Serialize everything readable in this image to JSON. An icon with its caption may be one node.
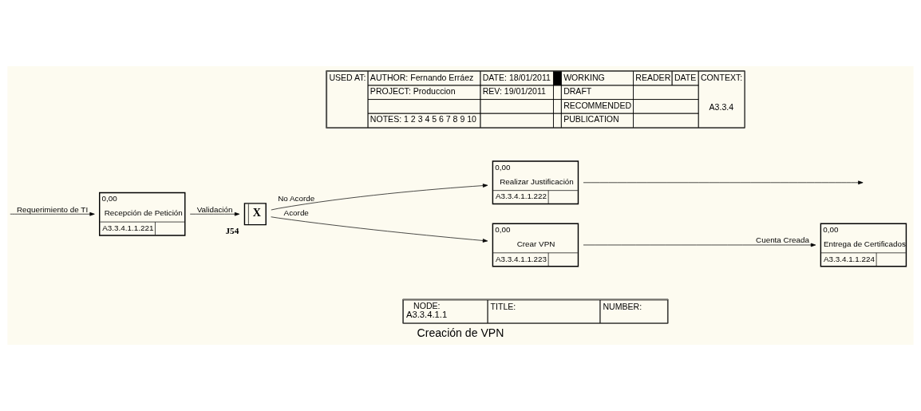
{
  "diagram": {
    "title": "Creación de VPN",
    "nodes": [
      {
        "text": [
          "0,00",
          "Recepción de Petición",
          "A3.3.4.1.1.221"
        ]
      },
      {
        "text": [
          "X"
        ],
        "beside": [
          "J54"
        ]
      },
      {
        "text": [
          "0,00",
          "Realizar Justificación",
          "A3.3.4.1.1.222"
        ]
      },
      {
        "text": [
          "0,00",
          "Crear VPN",
          "A3.3.4.1.1.223"
        ]
      },
      {
        "text": [
          "0,00",
          "Entrega de Certificados",
          "A3.3.4.1.1.224"
        ]
      }
    ],
    "edges": [
      {
        "from": null,
        "to": 0,
        "arrow": "to",
        "label": "Requerimiento de TI"
      },
      {
        "from": 0,
        "to": 1,
        "arrow": "to",
        "label": "Validación"
      },
      {
        "from": 1,
        "to": 2,
        "arrow": "to",
        "label": "No Acorde"
      },
      {
        "from": 1,
        "to": 3,
        "arrow": "to",
        "label": "Acorde"
      },
      {
        "from": 2,
        "to": null,
        "arrow": "to"
      },
      {
        "from": 3,
        "to": 4,
        "arrow": "to",
        "label": "Cuenta Creada"
      }
    ],
    "labels": [
      "USED AT:",
      "AUTHOR: Fernando Erráez",
      "PROJECT: Produccion",
      "NOTES: 1 2 3 4 5 6 7 8 9 10",
      "DATE: 18/01/2011",
      "REV: 19/01/2011",
      "WORKING",
      "DRAFT",
      "RECOMMENDED",
      "PUBLICATION",
      "READER",
      "DATE",
      "CONTEXT:",
      "A3.3.4",
      "NODE:",
      "A3.3.4.1.1",
      "TITLE:",
      "NUMBER:"
    ]
  }
}
